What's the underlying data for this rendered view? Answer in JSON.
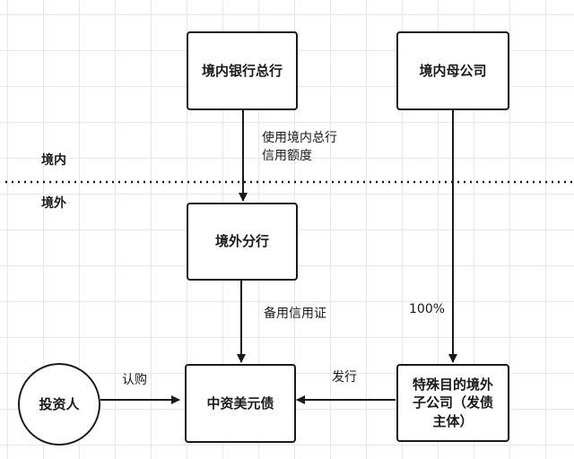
{
  "regions": {
    "domestic": "境内",
    "overseas": "境外"
  },
  "nodes": {
    "domestic_bank_hq": "境内银行总行",
    "domestic_parent": "境内母公司",
    "overseas_branch": "境外分行",
    "spv_issuer": "特殊目的境外子公司（发债主体）",
    "investor": "投资人",
    "bond": "中资美元债"
  },
  "edges": {
    "credit_line": "使用境内总行信用额度",
    "standby_lc": "备用信用证",
    "ownership": "100%",
    "issue": "发行",
    "subscribe": "认购"
  },
  "colors": {
    "stroke": "#1a1a1a",
    "grid": "#e6e6e6"
  }
}
